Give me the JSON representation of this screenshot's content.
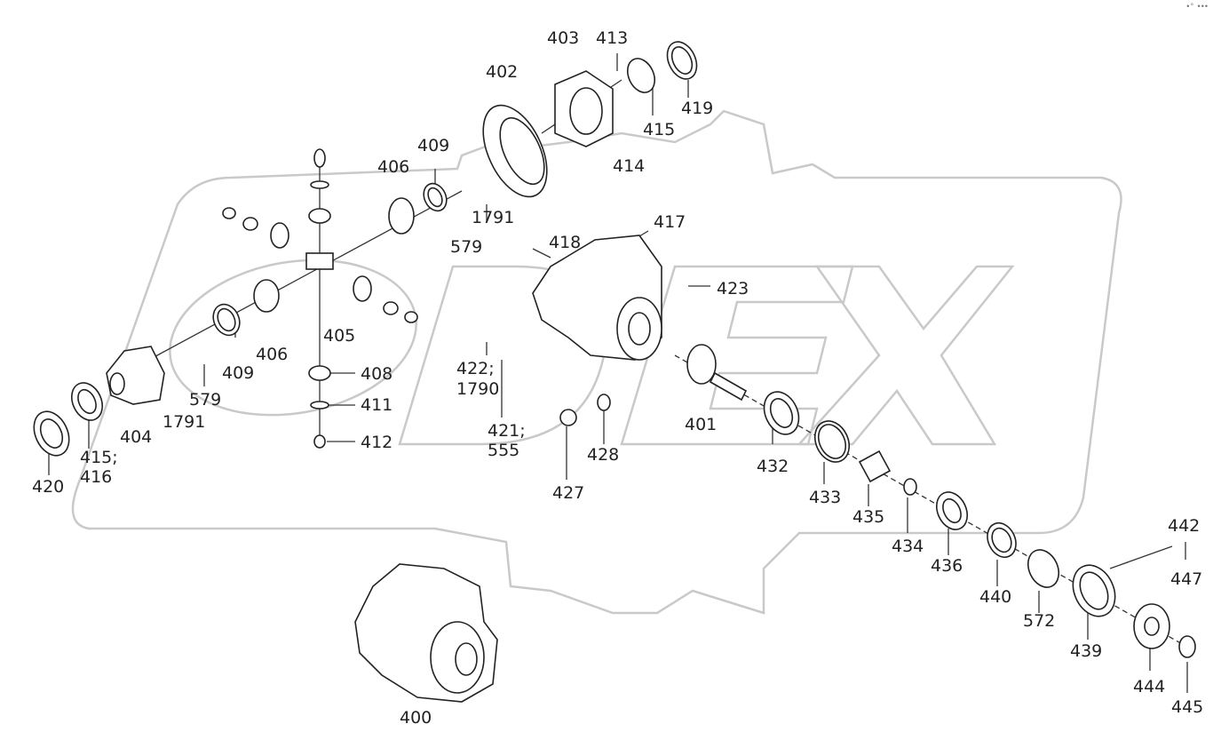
{
  "corner_mark": "•° •••",
  "labels": [
    {
      "id": "400",
      "text": "400"
    },
    {
      "id": "401",
      "text": "401"
    },
    {
      "id": "402",
      "text": "402"
    },
    {
      "id": "403",
      "text": "403"
    },
    {
      "id": "404",
      "text": "404"
    },
    {
      "id": "405",
      "text": "405"
    },
    {
      "id": "406a",
      "text": "406"
    },
    {
      "id": "406b",
      "text": "406"
    },
    {
      "id": "408",
      "text": "408"
    },
    {
      "id": "409a",
      "text": "409"
    },
    {
      "id": "409b",
      "text": "409"
    },
    {
      "id": "411",
      "text": "411"
    },
    {
      "id": "412",
      "text": "412"
    },
    {
      "id": "413",
      "text": "413"
    },
    {
      "id": "414",
      "text": "414"
    },
    {
      "id": "415a",
      "text": "415"
    },
    {
      "id": "415b",
      "text": "415;"
    },
    {
      "id": "416",
      "text": "416"
    },
    {
      "id": "417",
      "text": "417"
    },
    {
      "id": "418",
      "text": "418"
    },
    {
      "id": "419",
      "text": "419"
    },
    {
      "id": "420",
      "text": "420"
    },
    {
      "id": "421",
      "text": "421;"
    },
    {
      "id": "555",
      "text": "555"
    },
    {
      "id": "422",
      "text": "422;"
    },
    {
      "id": "1790",
      "text": "1790"
    },
    {
      "id": "423",
      "text": "423"
    },
    {
      "id": "427",
      "text": "427"
    },
    {
      "id": "428",
      "text": "428"
    },
    {
      "id": "432",
      "text": "432"
    },
    {
      "id": "433",
      "text": "433"
    },
    {
      "id": "434",
      "text": "434"
    },
    {
      "id": "435",
      "text": "435"
    },
    {
      "id": "436",
      "text": "436"
    },
    {
      "id": "439",
      "text": "439"
    },
    {
      "id": "440",
      "text": "440"
    },
    {
      "id": "442",
      "text": "442"
    },
    {
      "id": "444",
      "text": "444"
    },
    {
      "id": "445",
      "text": "445"
    },
    {
      "id": "447",
      "text": "447"
    },
    {
      "id": "572",
      "text": "572"
    },
    {
      "id": "579a",
      "text": "579"
    },
    {
      "id": "579b",
      "text": "579"
    },
    {
      "id": "1791a",
      "text": "1791"
    },
    {
      "id": "1791b",
      "text": "1791"
    }
  ]
}
